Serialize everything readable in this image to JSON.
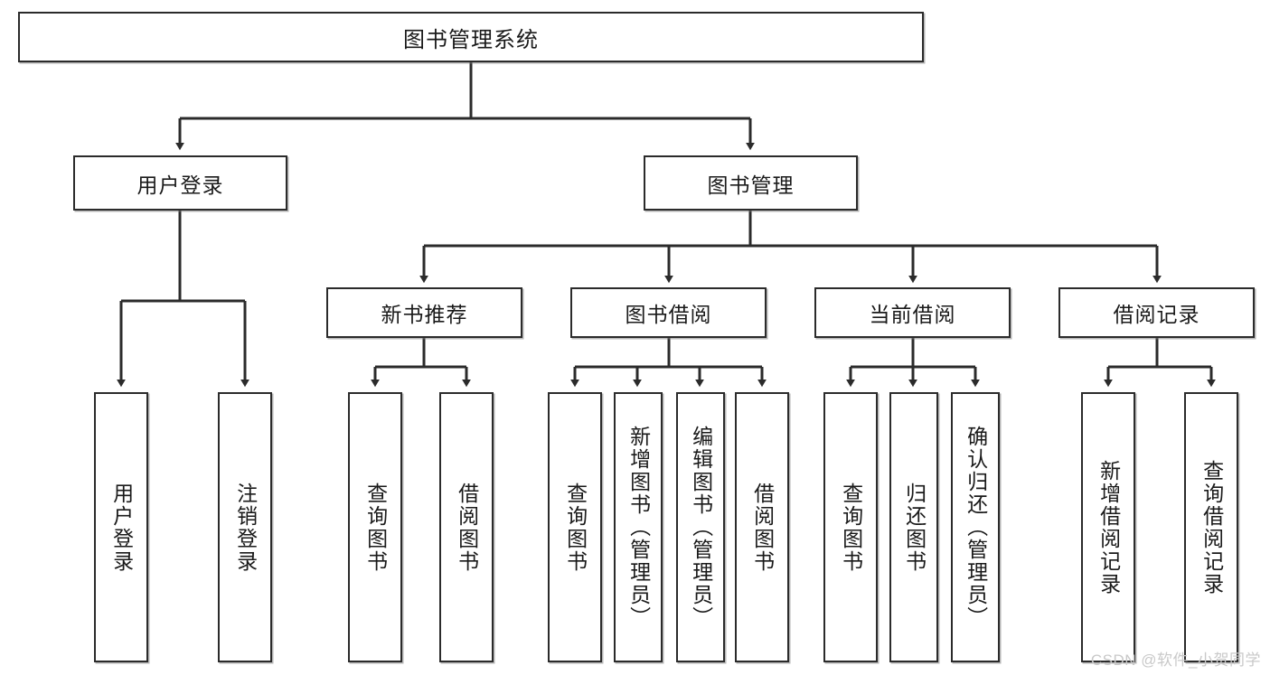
{
  "diagram": {
    "title": "图书管理系统",
    "type": "tree-hierarchy-chart",
    "watermark": "CSDN @软件_小贺同学",
    "colors": {
      "stroke": "#2b2b2b",
      "fill": "#ffffff",
      "text": "#1a1a1a",
      "watermark": "#c9c9c9"
    },
    "levels": {
      "root": {
        "label": "图书管理系统"
      },
      "level2": [
        {
          "label": "用户登录"
        },
        {
          "label": "图书管理"
        }
      ],
      "level3": [
        {
          "label": "新书推荐"
        },
        {
          "label": "图书借阅"
        },
        {
          "label": "当前借阅"
        },
        {
          "label": "借阅记录"
        }
      ],
      "leaves": {
        "user_login": [
          {
            "label": "用户登录"
          },
          {
            "label": "注销登录"
          }
        ],
        "new_book_recommend": [
          {
            "label": "查询图书"
          },
          {
            "label": "借阅图书"
          }
        ],
        "book_borrow": [
          {
            "label": "查询图书"
          },
          {
            "label": "新增图书（管理员）"
          },
          {
            "label": "编辑图书（管理员）"
          },
          {
            "label": "借阅图书"
          }
        ],
        "current_borrow": [
          {
            "label": "查询图书"
          },
          {
            "label": "归还图书"
          },
          {
            "label": "确认归还（管理员）"
          }
        ],
        "borrow_record": [
          {
            "label": "新增借阅记录"
          },
          {
            "label": "查询借阅记录"
          }
        ]
      }
    }
  }
}
